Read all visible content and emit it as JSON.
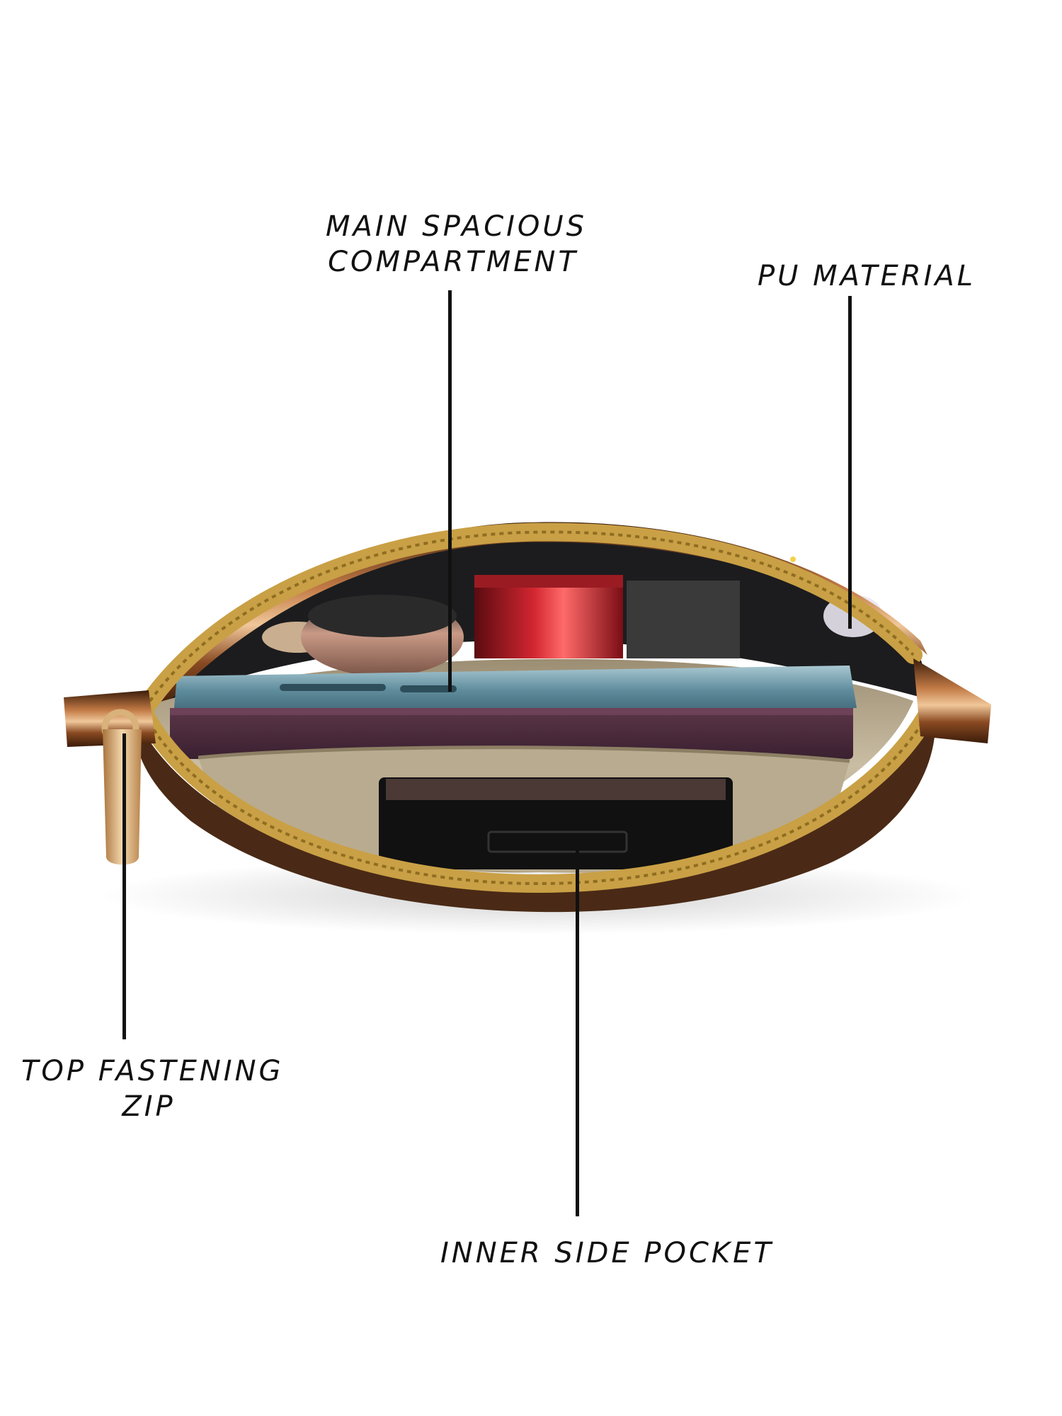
{
  "callouts": {
    "main_compartment": {
      "line1": "MAIN SPACIOUS",
      "line2": "COMPARTMENT"
    },
    "pu_material": {
      "line1": "PU MATERIAL"
    },
    "top_zip": {
      "line1": "TOP FASTENING",
      "line2": "ZIP"
    },
    "inner_pocket": {
      "line1": "INNER SIDE POCKET"
    }
  },
  "colors": {
    "pouch_body": "#1c1c1e",
    "trim": "#7a3f1c",
    "zipper_tape": "#c9a045",
    "lining": "#b9ab8f",
    "diary": "#4a2a3a",
    "phone": "#6f9aa8",
    "lipstick": "#b0151d",
    "compact": "#111111",
    "puller": "#d9b17a"
  }
}
